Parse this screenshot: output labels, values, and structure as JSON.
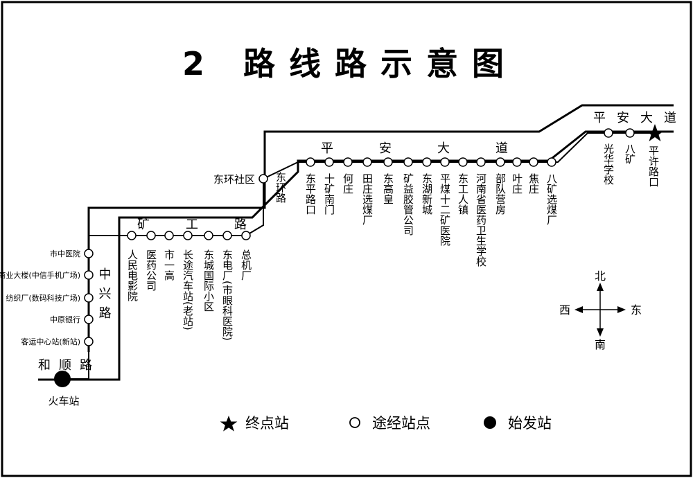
{
  "title": "2 路线路示意图",
  "roads": {
    "heshun": "和顺路",
    "zhongxing": "中兴路",
    "kuanggong": "矿工路",
    "pingan_main": "平安大道",
    "pingan_east": "平安大道"
  },
  "start_station": "火车站",
  "stations_zhongxing": [
    "市中医院",
    "商业大楼(中信手机广场)",
    "纺织厂(数码科技广场)",
    "中原银行",
    "客运中心站(新站)"
  ],
  "stations_kuanggong": [
    "人民电影院",
    "医药公司",
    "市一高",
    "长途汽车站(老站)",
    "东城国际小区",
    "东电厂(市眼科医院)",
    "总机厂"
  ],
  "station_donghuan_left": "东环社区",
  "station_donghuan_road": "东环路",
  "stations_pingan": [
    "东平路口",
    "十矿南门",
    "何庄",
    "田庄选煤厂",
    "东高皇",
    "矿益胶管公司",
    "东湖新城",
    "平煤十二矿医院",
    "东工人镇",
    "河南省医药卫生学校",
    "部队营房",
    "叶庄",
    "焦庄",
    "八矿选煤厂"
  ],
  "stations_east": [
    "光华学校",
    "八矿"
  ],
  "end_station": "平许路口",
  "compass": {
    "north": "北",
    "south": "南",
    "east": "东",
    "west": "西"
  },
  "legend": {
    "terminal": "终点站",
    "via": "途经站点",
    "origin": "始发站"
  }
}
